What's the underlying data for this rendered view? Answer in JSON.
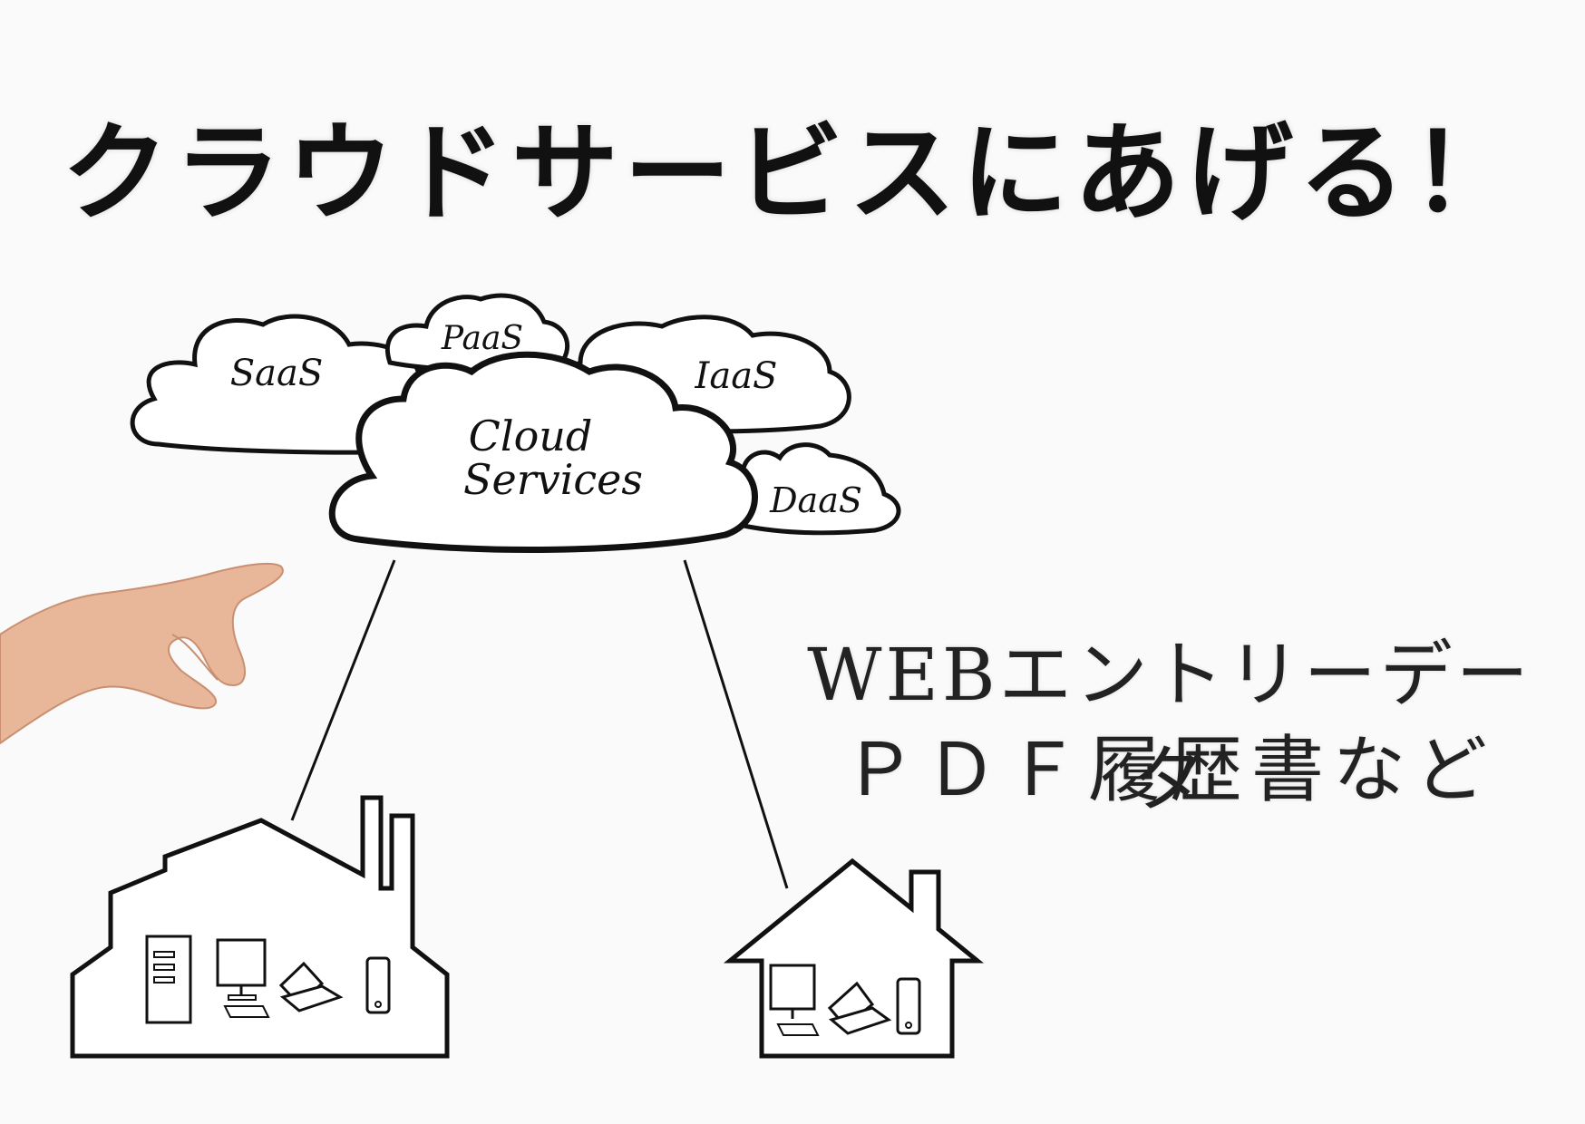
{
  "title": "クラウドサービスにあげる！",
  "clouds": {
    "saas": "SaaS",
    "paas": "PaaS",
    "iaas": "IaaS",
    "daas": "DaaS",
    "cloud_line1": "Cloud",
    "cloud_line2": "Services"
  },
  "note": {
    "line1": "WEBエントリーデータ",
    "line2": "ＰＤＦ履歴書など"
  },
  "colors": {
    "ink": "#111111",
    "background": "#fafafa",
    "skin": "#e8b79a"
  },
  "icons": [
    "pointing-hand-icon",
    "office-building-icon",
    "house-icon",
    "server-tower-icon",
    "desktop-monitor-icon",
    "laptop-icon",
    "smartphone-icon"
  ]
}
